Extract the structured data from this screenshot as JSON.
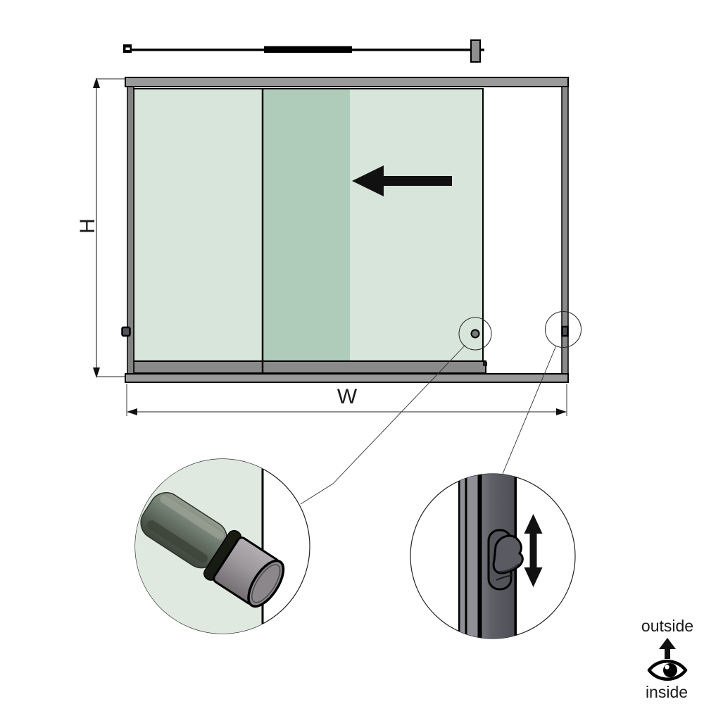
{
  "title": "sliding-glass-door-technical-diagram",
  "labels": {
    "height": "H",
    "width": "W",
    "outside": "outside",
    "inside": "inside"
  },
  "colors": {
    "glass_light": "#d8e5da",
    "glass_overlap": "#afcbb9",
    "glass_detail": "#dfe9e0",
    "frame_rail": "#9a9a9a",
    "frame_stile": "#828282",
    "frame_stile_right": "#8a8a8a",
    "panel_rail": "#8a8a8a",
    "track_cap": "#8f8f8f",
    "profile_strip": "#8f8f97",
    "latch_body": "#53535a",
    "knob_dot": "#777777",
    "knob_face": "#8b878b",
    "arrow_black": "#111111"
  }
}
